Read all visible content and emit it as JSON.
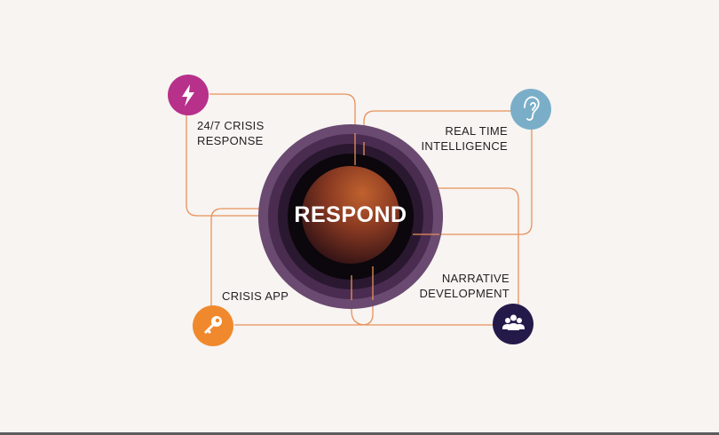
{
  "center": {
    "label": "RESPOND"
  },
  "nodes": [
    {
      "id": "crisis-response",
      "label_lines": [
        "24/7 CRISIS",
        "RESPONSE"
      ],
      "icon": "lightning-bolt",
      "color": "#b7308a"
    },
    {
      "id": "real-time-intelligence",
      "label_lines": [
        "REAL TIME",
        "INTELLIGENCE"
      ],
      "icon": "ear",
      "color": "#7aaec8"
    },
    {
      "id": "crisis-app",
      "label_lines": [
        "CRISIS APP"
      ],
      "icon": "key",
      "color": "#f0892d"
    },
    {
      "id": "narrative-development",
      "label_lines": [
        "NARRATIVE",
        "DEVELOPMENT"
      ],
      "icon": "people-group",
      "color": "#241a4a"
    }
  ],
  "colors": {
    "background": "#f7f4f2",
    "connector": "#e8915a",
    "ring_outer": "#6a4a70",
    "ring_mid": "#4a2c50",
    "core": "#0b070c",
    "orb_light": "#b0582c",
    "orb_dark": "#2a0f14"
  }
}
